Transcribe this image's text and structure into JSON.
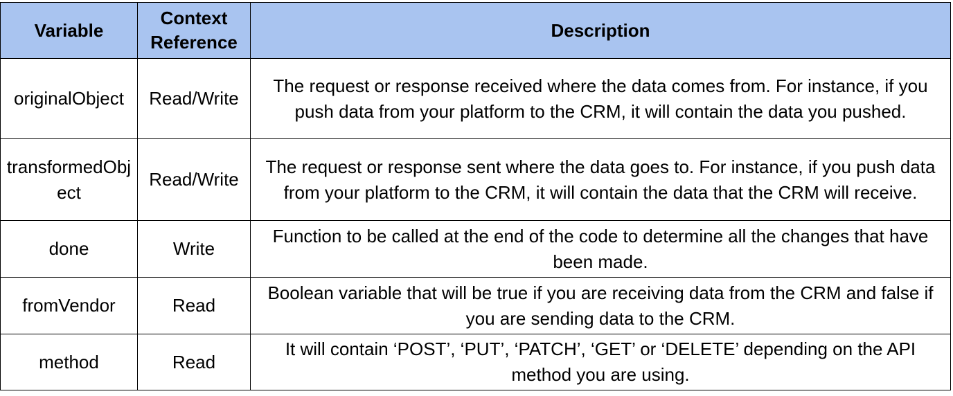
{
  "header_color": "#a9c4f0",
  "headers": {
    "variable": "Variable",
    "context_reference": "Context Reference",
    "description": "Description"
  },
  "rows": [
    {
      "variable": "originalObject",
      "context_reference": "Read/Write",
      "description": "The request or response received where the data comes from. For instance, if you push data from your platform to the CRM, it will contain the data you pushed."
    },
    {
      "variable": "transformedObject",
      "context_reference": "Read/Write",
      "description": "The request or response sent where the data goes to. For instance, if you push data from your platform to the CRM, it will contain the data that the CRM will receive."
    },
    {
      "variable": "done",
      "context_reference": "Write",
      "description": "Function to be called at the end of the code to determine all the changes that have been made."
    },
    {
      "variable": "fromVendor",
      "context_reference": "Read",
      "description": "Boolean variable that will be true if you are receiving data from the CRM and false if you are sending data to the CRM."
    },
    {
      "variable": "method",
      "context_reference": "Read",
      "description": "It will contain ‘POST’, ‘PUT’, ‘PATCH’, ‘GET’ or ‘DELETE’ depending on the API method you are using."
    }
  ]
}
